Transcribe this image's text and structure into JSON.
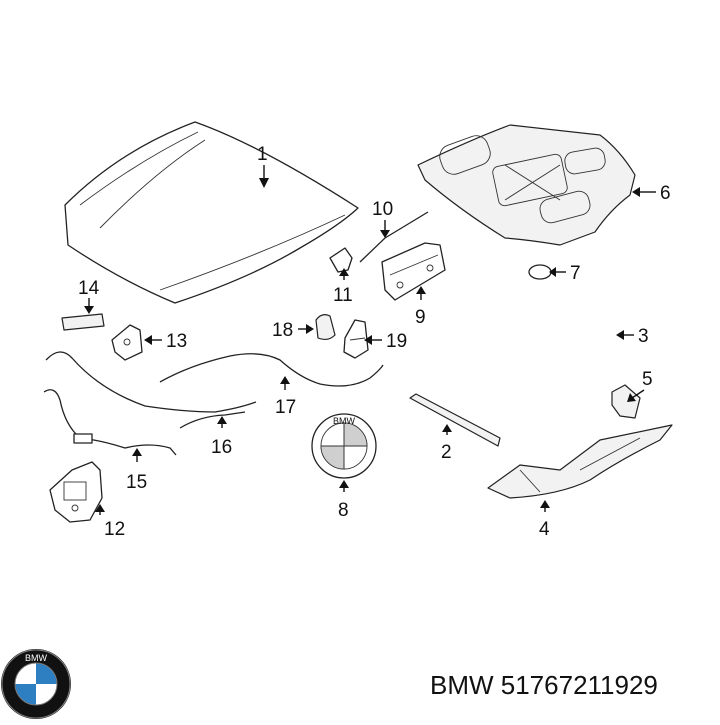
{
  "callouts": {
    "c1": "1",
    "c2": "2",
    "c3": "3",
    "c4": "4",
    "c5": "5",
    "c6": "6",
    "c7": "7",
    "c8": "8",
    "c9": "9",
    "c10": "10",
    "c11": "11",
    "c12": "12",
    "c13": "13",
    "c14": "14",
    "c15": "15",
    "c16": "16",
    "c17": "17",
    "c18": "18",
    "c19": "19"
  },
  "emblem_text": "BMW",
  "footer": {
    "part_label": "BMW 51767211929"
  },
  "logo": {
    "lettering": "BMW"
  },
  "colors": {
    "line": "#222222",
    "logo_blue": "#2d7fc1",
    "logo_ring": "#111111"
  }
}
